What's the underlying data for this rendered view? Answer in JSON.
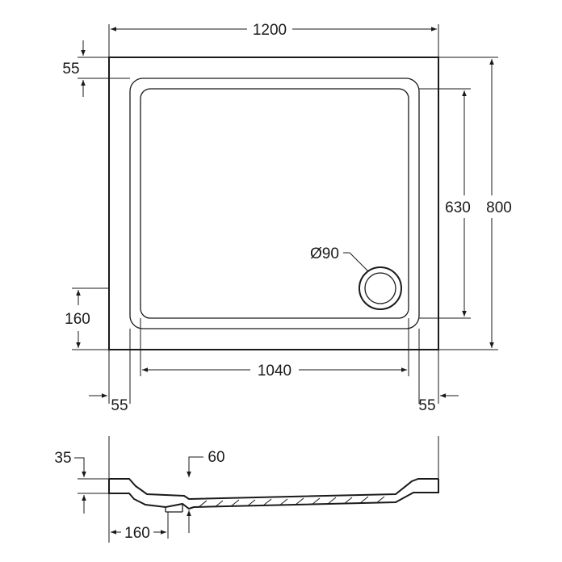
{
  "plan_view": {
    "overall_width": "1200",
    "overall_depth": "800",
    "inner_depth": "630",
    "inner_width": "1040",
    "rim_top": "55",
    "rim_left": "55",
    "rim_right": "55",
    "waste_offset": "160",
    "waste_diameter": "Ø90"
  },
  "section_view": {
    "rim_height": "35",
    "tray_height": "60",
    "waste_distance": "160"
  }
}
